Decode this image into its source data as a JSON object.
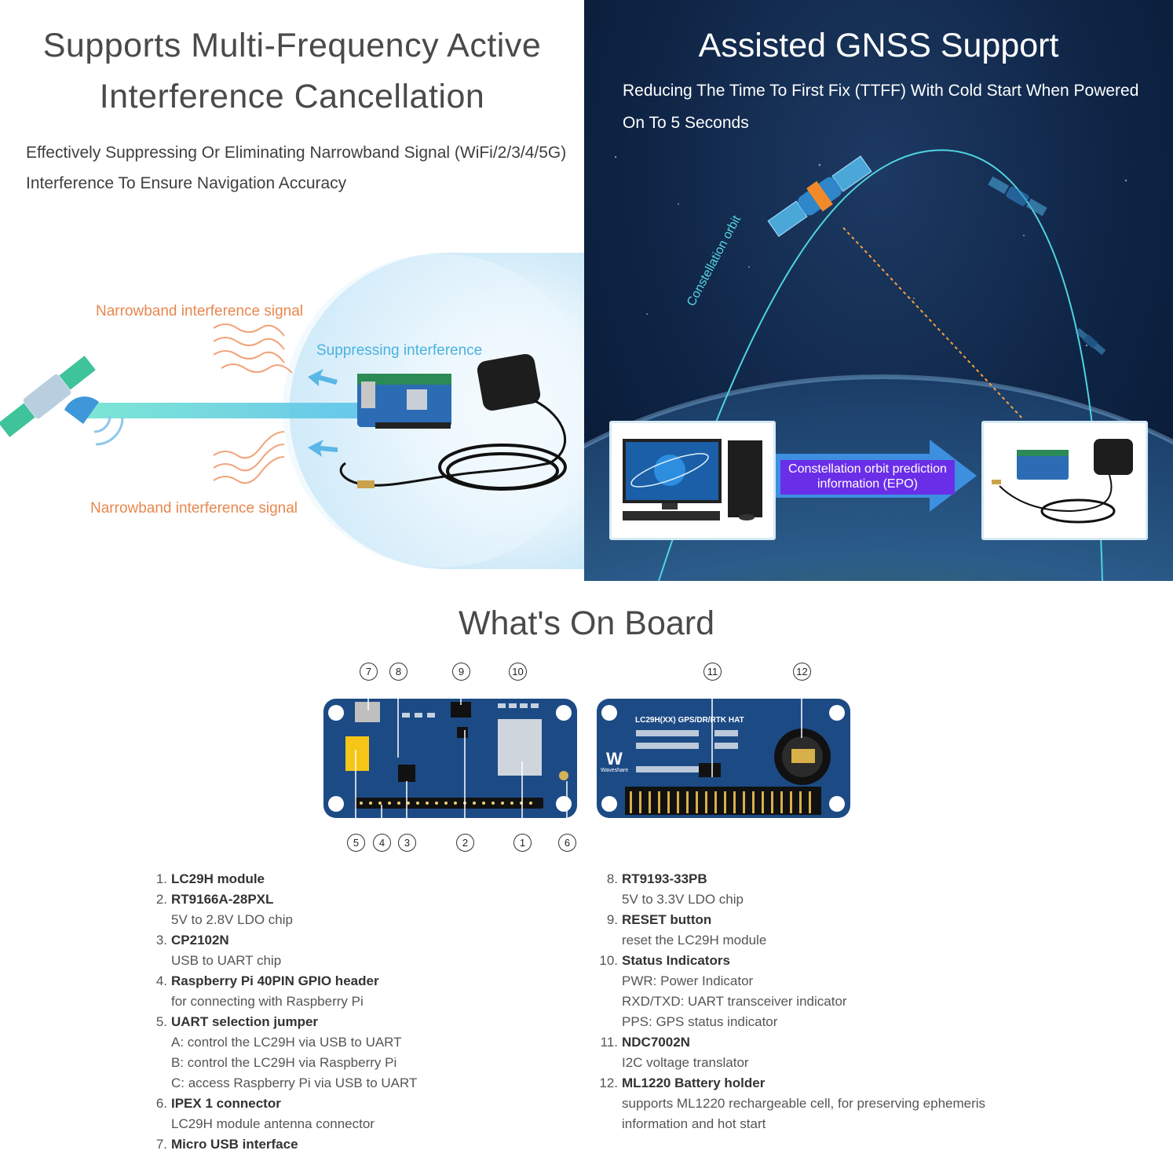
{
  "panel_interference": {
    "title_line1": "Supports Multi-Frequency Active",
    "title_line2": "Interference Cancellation",
    "subtitle_line1": "Effectively Suppressing Or Eliminating Narrowband Signal (WiFi/2/3/4/5G)",
    "subtitle_line2": "Interference To  Ensure Navigation Accuracy",
    "label_top": "Narrowband interference signal",
    "label_bottom": "Narrowband interference signal",
    "label_suppress": "Suppressing interference"
  },
  "panel_gnss": {
    "title": "Assisted GNSS Support",
    "subtitle_line1": "Reducing The Time To First Fix (TTFF) With Cold Start When Powered",
    "subtitle_line2": "On To 5 Seconds",
    "orbit_label": "Constellation orbit",
    "epo_line1": "Constellation orbit prediction",
    "epo_line2": "information (EPO)"
  },
  "board_section": {
    "title": "What's On Board",
    "board_silk": "LC29H(XX) GPS/DR/RTK HAT",
    "brand": "Waveshare",
    "callouts_top_left": [
      "7",
      "8",
      "9",
      "10"
    ],
    "callouts_top_right": [
      "11",
      "12"
    ],
    "callouts_bottom": [
      "5",
      "4",
      "3",
      "2",
      "1",
      "6"
    ]
  },
  "components_left": [
    {
      "num": "1.",
      "name": "LC29H module",
      "desc": []
    },
    {
      "num": "2.",
      "name": "RT9166A-28PXL",
      "desc": [
        "5V to 2.8V LDO chip"
      ]
    },
    {
      "num": "3.",
      "name": "CP2102N",
      "desc": [
        "USB to UART chip"
      ]
    },
    {
      "num": "4.",
      "name": "Raspberry Pi 40PIN GPIO header",
      "desc": [
        "for connecting with Raspberry Pi"
      ]
    },
    {
      "num": "5.",
      "name": "UART selection jumper",
      "desc": [
        "A: control the LC29H via USB to UART",
        "B: control the LC29H via Raspberry Pi",
        "C: access Raspberry Pi via USB to UART"
      ]
    },
    {
      "num": "6.",
      "name": "IPEX 1 connector",
      "desc": [
        "LC29H module antenna connector"
      ]
    },
    {
      "num": "7.",
      "name": "Micro USB interface",
      "desc": []
    }
  ],
  "components_right": [
    {
      "num": "8.",
      "name": "RT9193-33PB",
      "desc": [
        "5V to 3.3V LDO chip"
      ]
    },
    {
      "num": "9.",
      "name": "RESET button",
      "desc": [
        "reset the LC29H module"
      ]
    },
    {
      "num": "10.",
      "name": "Status Indicators",
      "desc": [
        "PWR: Power Indicator",
        "RXD/TXD: UART transceiver indicator",
        "PPS: GPS status indicator"
      ]
    },
    {
      "num": "11.",
      "name": "NDC7002N",
      "desc": [
        "I2C voltage translator"
      ]
    },
    {
      "num": "12.",
      "name": "ML1220 Battery holder",
      "desc": [
        "supports ML1220 rechargeable cell, for preserving ephemeris",
        "information and hot start"
      ]
    }
  ],
  "colors": {
    "orange_label": "#e8874f",
    "blue_label": "#4ab2e0",
    "epo_box": "#6a2ee8",
    "board_pcb": "#1c4a85",
    "gnss_bg": "#0f2546"
  },
  "icons": [
    "satellite-icon",
    "gnss-antenna-icon",
    "hat-board-icon",
    "computer-icon",
    "arrow-right-icon"
  ]
}
